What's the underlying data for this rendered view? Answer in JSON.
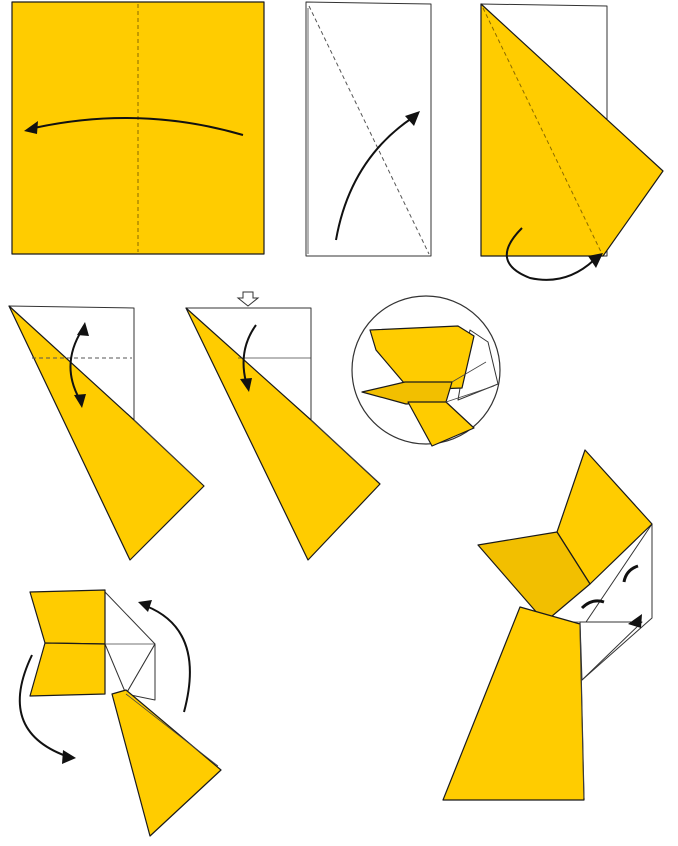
{
  "diagram": {
    "steps": [
      {
        "id": "step-1",
        "action": "fold-in-half"
      },
      {
        "id": "step-2",
        "action": "fold-diagonal"
      },
      {
        "id": "step-3",
        "action": "fold-under"
      },
      {
        "id": "step-4",
        "action": "fold-back-and-forth"
      },
      {
        "id": "step-5",
        "action": "push-in"
      },
      {
        "id": "step-6",
        "action": "detail-view"
      },
      {
        "id": "step-7",
        "action": "rotate"
      },
      {
        "id": "step-8",
        "action": "finished-cat"
      }
    ],
    "colors": {
      "paper": "#FFCC00",
      "paper_back": "#FFFFFF",
      "lines": "#1A1A1A"
    },
    "icons": {
      "fold_arrow": "curved-arrow",
      "push_marker": "down-arrow-outline",
      "eyes": "arc-eyes",
      "nose": "triangle-nose"
    }
  }
}
